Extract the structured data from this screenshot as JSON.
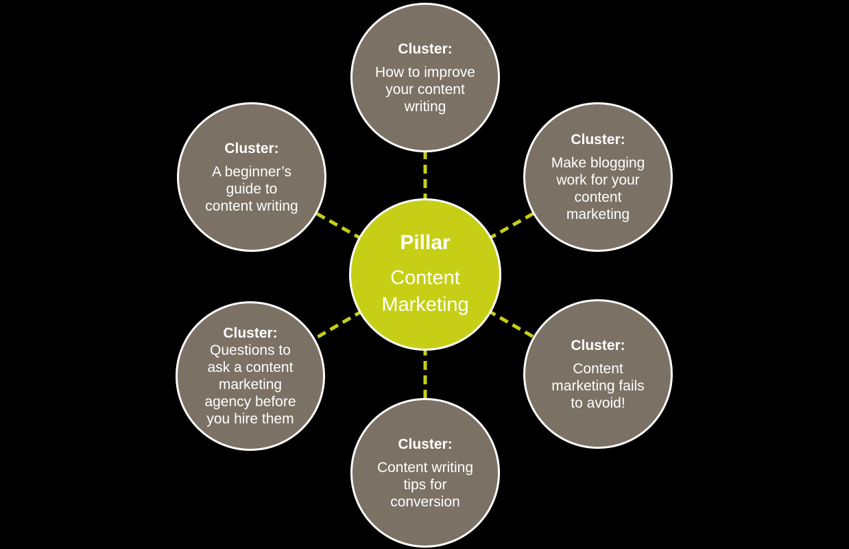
{
  "diagram": {
    "background_color": "#000000",
    "connector_color": "#c6cf16",
    "cluster_fill_color": "#7b7164",
    "cluster_text_color": "#ffffff",
    "pillar": {
      "title": "Pillar",
      "subtitle": "Content\nMarketing",
      "fill_color": "#c6cf16",
      "text_color": "#ffffff"
    },
    "clusters": [
      {
        "position": "top",
        "label": "Cluster:",
        "text": "How to improve\nyour content\nwriting"
      },
      {
        "position": "top-right",
        "label": "Cluster:",
        "text": "Make blogging\nwork for your\ncontent\nmarketing"
      },
      {
        "position": "bottom-right",
        "label": "Cluster:",
        "text": "Content\nmarketing fails\nto avoid!"
      },
      {
        "position": "bottom",
        "label": "Cluster:",
        "text": "Content writing\ntips for\nconversion"
      },
      {
        "position": "bottom-left",
        "label": "Cluster:",
        "text": "Questions to\nask a content\nmarketing\nagency before\nyou hire them"
      },
      {
        "position": "top-left",
        "label": "Cluster:",
        "text": "A beginner’s\nguide to\ncontent writing"
      }
    ]
  }
}
